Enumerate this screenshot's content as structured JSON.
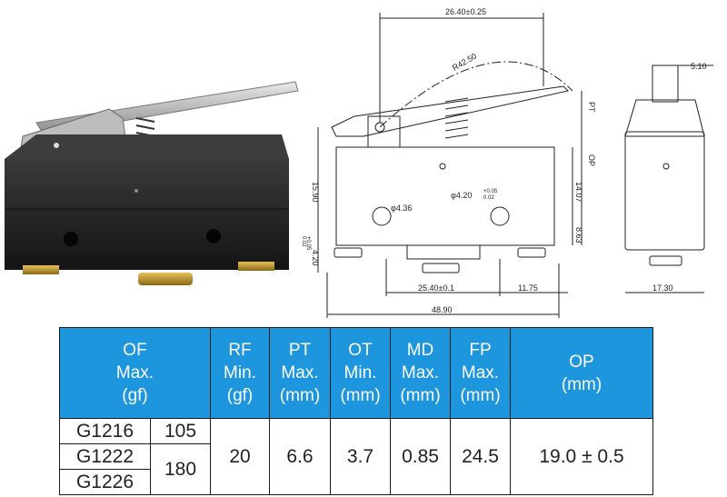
{
  "drawing": {
    "dims": {
      "top_width": "26.40±0.25",
      "radius": "R42.50",
      "right_offset": "5.10",
      "left_height": "15.90",
      "right_height": "14.07",
      "hole_left": "φ4.36",
      "hole_right": "φ4.20",
      "hole_right_tol_plus": "+0.05",
      "hole_right_tol_minus": "0.02",
      "lower_height": "8.63",
      "left_low": "4.20",
      "left_low_tol_plus": "+0.05",
      "left_low_tol_minus": "0.02",
      "hole_spacing": "25.40±0.1",
      "right_spacing": "11.75",
      "overall_width": "48.90",
      "side_width": "17.30",
      "pt_mark": "PT",
      "op_mark": "OP"
    }
  },
  "table": {
    "headers": [
      {
        "id": "of",
        "lines": [
          "OF",
          "Max.",
          "(gf)"
        ]
      },
      {
        "id": "rf",
        "lines": [
          "RF",
          "Min.",
          "(gf)"
        ]
      },
      {
        "id": "pt",
        "lines": [
          "PT",
          "Max.",
          "(mm)"
        ]
      },
      {
        "id": "ot",
        "lines": [
          "OT",
          "Min.",
          "(mm)"
        ]
      },
      {
        "id": "md",
        "lines": [
          "MD",
          "Max.",
          "(mm)"
        ]
      },
      {
        "id": "fp",
        "lines": [
          "FP",
          "Max.",
          "(mm)"
        ]
      },
      {
        "id": "op",
        "lines": [
          "OP",
          "(mm)"
        ]
      }
    ],
    "models": [
      "G1216",
      "G1222",
      "G1226"
    ],
    "of_values": [
      "105",
      "180"
    ],
    "rf": "20",
    "pt": "6.6",
    "ot": "3.7",
    "md": "0.85",
    "fp": "24.5",
    "op": "19.0 ± 0.5"
  }
}
